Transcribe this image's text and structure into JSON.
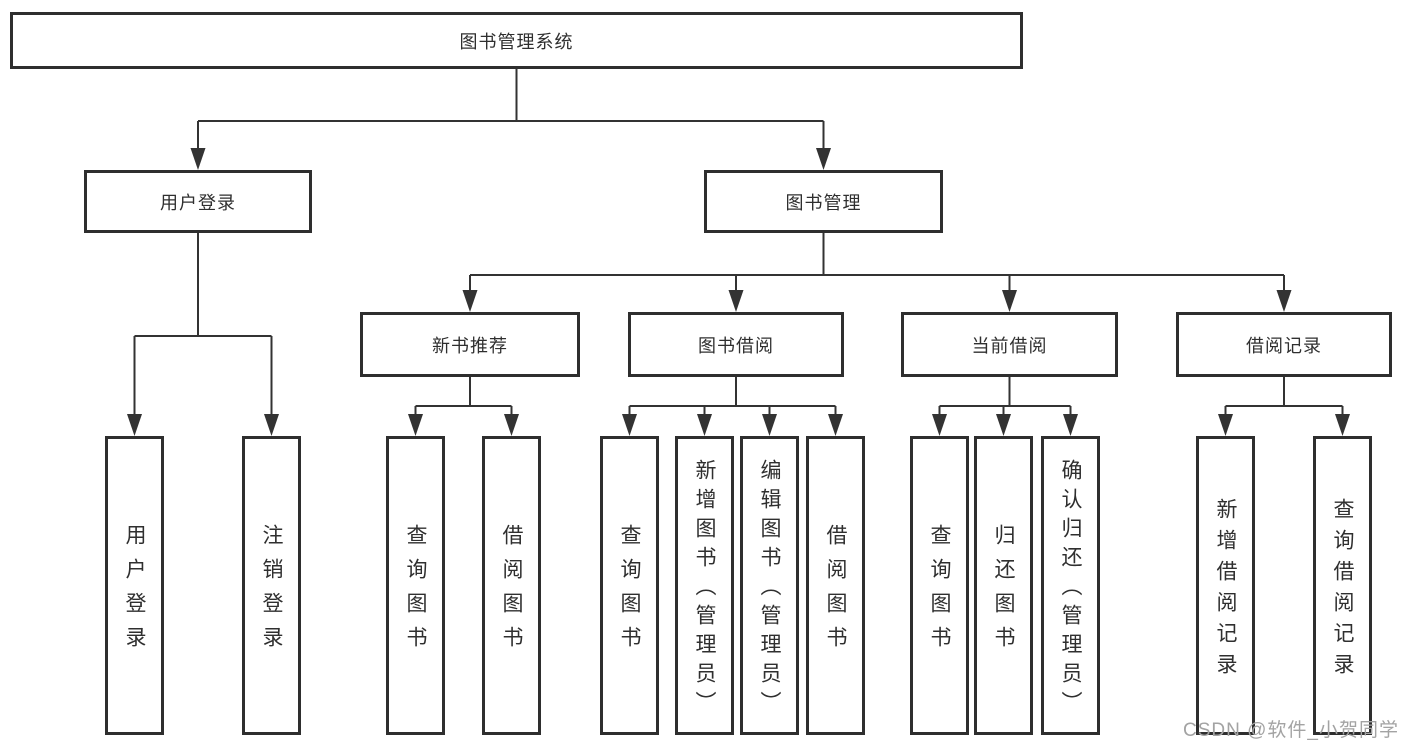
{
  "diagram": {
    "root": {
      "label": "图书管理系统"
    },
    "branches": [
      {
        "label": "用户登录",
        "children": [
          {
            "label": "用户登录"
          },
          {
            "label": "注销登录"
          }
        ]
      },
      {
        "label": "图书管理",
        "children": [
          {
            "label": "新书推荐",
            "children": [
              {
                "label": "查询图书"
              },
              {
                "label": "借阅图书"
              }
            ]
          },
          {
            "label": "图书借阅",
            "children": [
              {
                "label": "查询图书"
              },
              {
                "label": "新增图书（管理员）"
              },
              {
                "label": "编辑图书（管理员）"
              },
              {
                "label": "借阅图书"
              }
            ]
          },
          {
            "label": "当前借阅",
            "children": [
              {
                "label": "查询图书"
              },
              {
                "label": "归还图书"
              },
              {
                "label": "确认归还（管理员）"
              }
            ]
          },
          {
            "label": "借阅记录",
            "children": [
              {
                "label": "新增借阅记录"
              },
              {
                "label": "查询借阅记录"
              }
            ]
          }
        ]
      }
    ]
  },
  "watermark": {
    "text": "CSDN @软件_小贺同学",
    "color": "#a3a3a3"
  },
  "colors": {
    "line": "#333333",
    "box_border": "#2e2e2e",
    "box_fill": "#ffffff",
    "background": "#ffffff",
    "text": "#2f2f2f"
  }
}
